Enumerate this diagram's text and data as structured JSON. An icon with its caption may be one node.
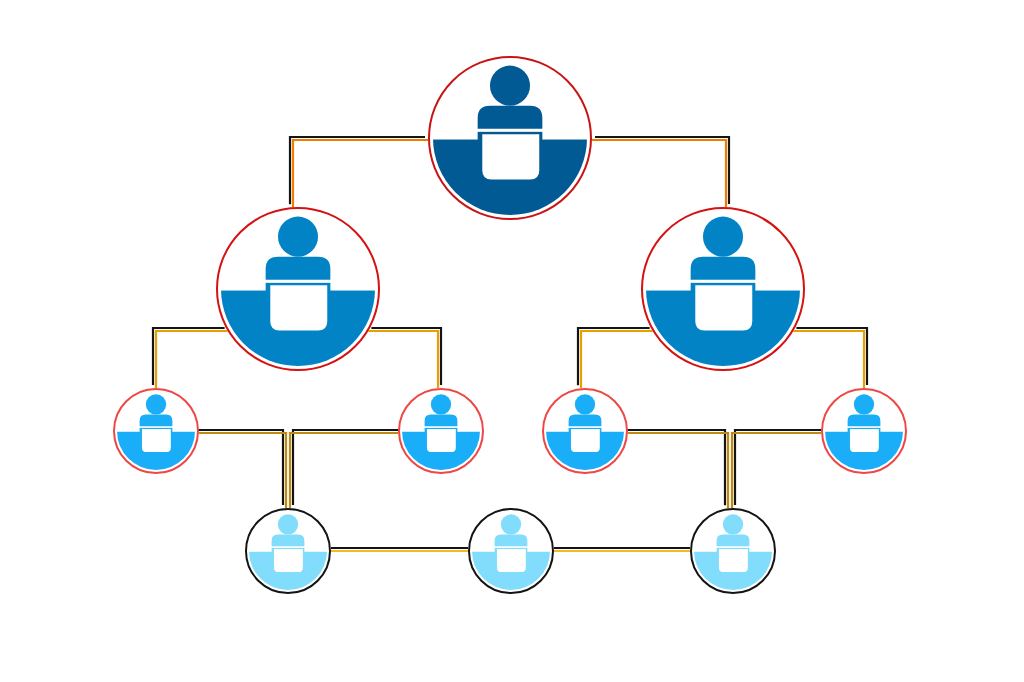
{
  "diagram": {
    "nodes": [
      {
        "text": [],
        "shape": "circle"
      },
      {
        "text": [],
        "shape": "circle"
      },
      {
        "text": [],
        "shape": "circle"
      },
      {
        "text": [],
        "shape": "circle"
      },
      {
        "text": [],
        "shape": "circle"
      },
      {
        "text": [],
        "shape": "circle"
      },
      {
        "text": [],
        "shape": "circle"
      },
      {
        "text": [],
        "shape": "circle"
      },
      {
        "text": [],
        "shape": "circle"
      },
      {
        "text": [],
        "shape": "circle"
      }
    ],
    "edges": [
      {
        "from": 0,
        "to": 1,
        "arrow": "none"
      },
      {
        "from": 0,
        "to": 2,
        "arrow": "none"
      },
      {
        "from": 1,
        "to": 3,
        "arrow": "none"
      },
      {
        "from": 1,
        "to": 4,
        "arrow": "none"
      },
      {
        "from": 2,
        "to": 5,
        "arrow": "none"
      },
      {
        "from": 2,
        "to": 6,
        "arrow": "none"
      },
      {
        "from": 3,
        "to": 7,
        "arrow": "none"
      },
      {
        "from": 4,
        "to": 7,
        "arrow": "none"
      },
      {
        "from": 5,
        "to": 9,
        "arrow": "none"
      },
      {
        "from": 6,
        "to": 9,
        "arrow": "none"
      },
      {
        "from": 7,
        "to": 8,
        "arrow": "none"
      },
      {
        "from": 8,
        "to": 9,
        "arrow": "none"
      }
    ]
  }
}
